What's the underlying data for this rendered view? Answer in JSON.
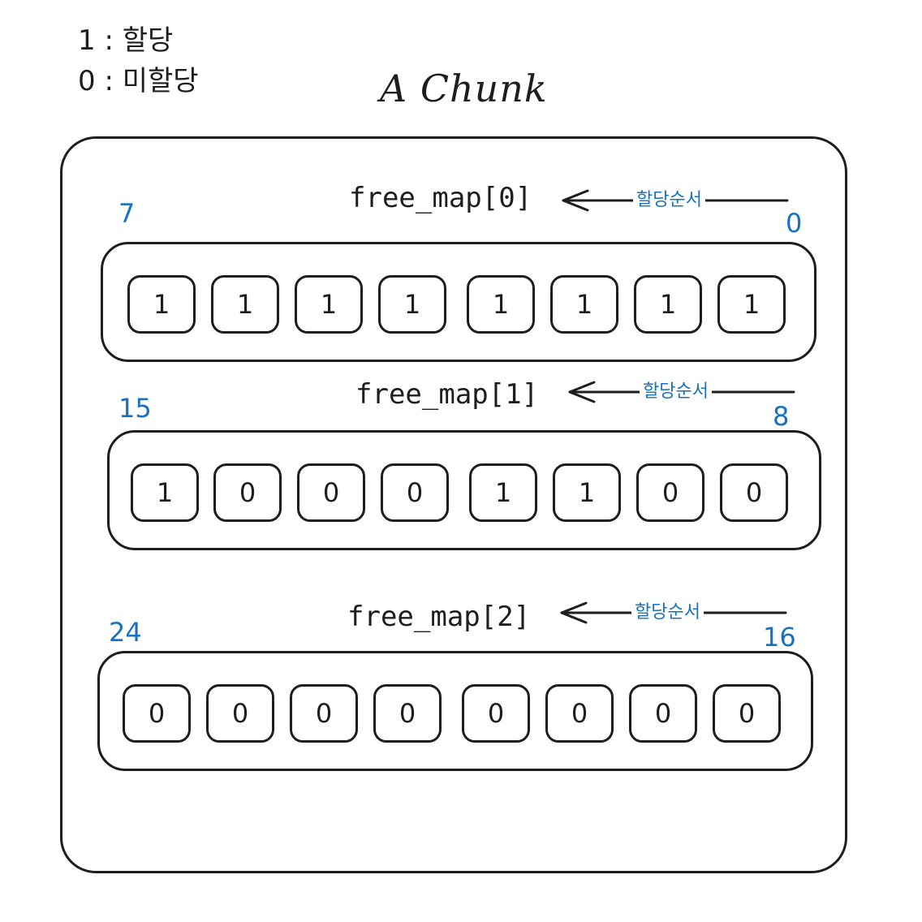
{
  "legend": {
    "allocated": "1 : 할당",
    "unallocated": "0 : 미할당"
  },
  "title": "A Chunk",
  "colors": {
    "ink": "#1e1e1e",
    "index_blue": "#1971c2"
  },
  "free_maps": [
    {
      "label": "free_map[0]",
      "order_label": "할당순서",
      "high_index": "7",
      "low_index": "0",
      "bits": [
        "1",
        "1",
        "1",
        "1",
        "1",
        "1",
        "1",
        "1"
      ]
    },
    {
      "label": "free_map[1]",
      "order_label": "할당순서",
      "high_index": "15",
      "low_index": "8",
      "bits": [
        "1",
        "0",
        "0",
        "0",
        "1",
        "1",
        "0",
        "0"
      ]
    },
    {
      "label": "free_map[2]",
      "order_label": "할당순서",
      "high_index": "24",
      "low_index": "16",
      "bits": [
        "0",
        "0",
        "0",
        "0",
        "0",
        "0",
        "0",
        "0"
      ]
    }
  ]
}
